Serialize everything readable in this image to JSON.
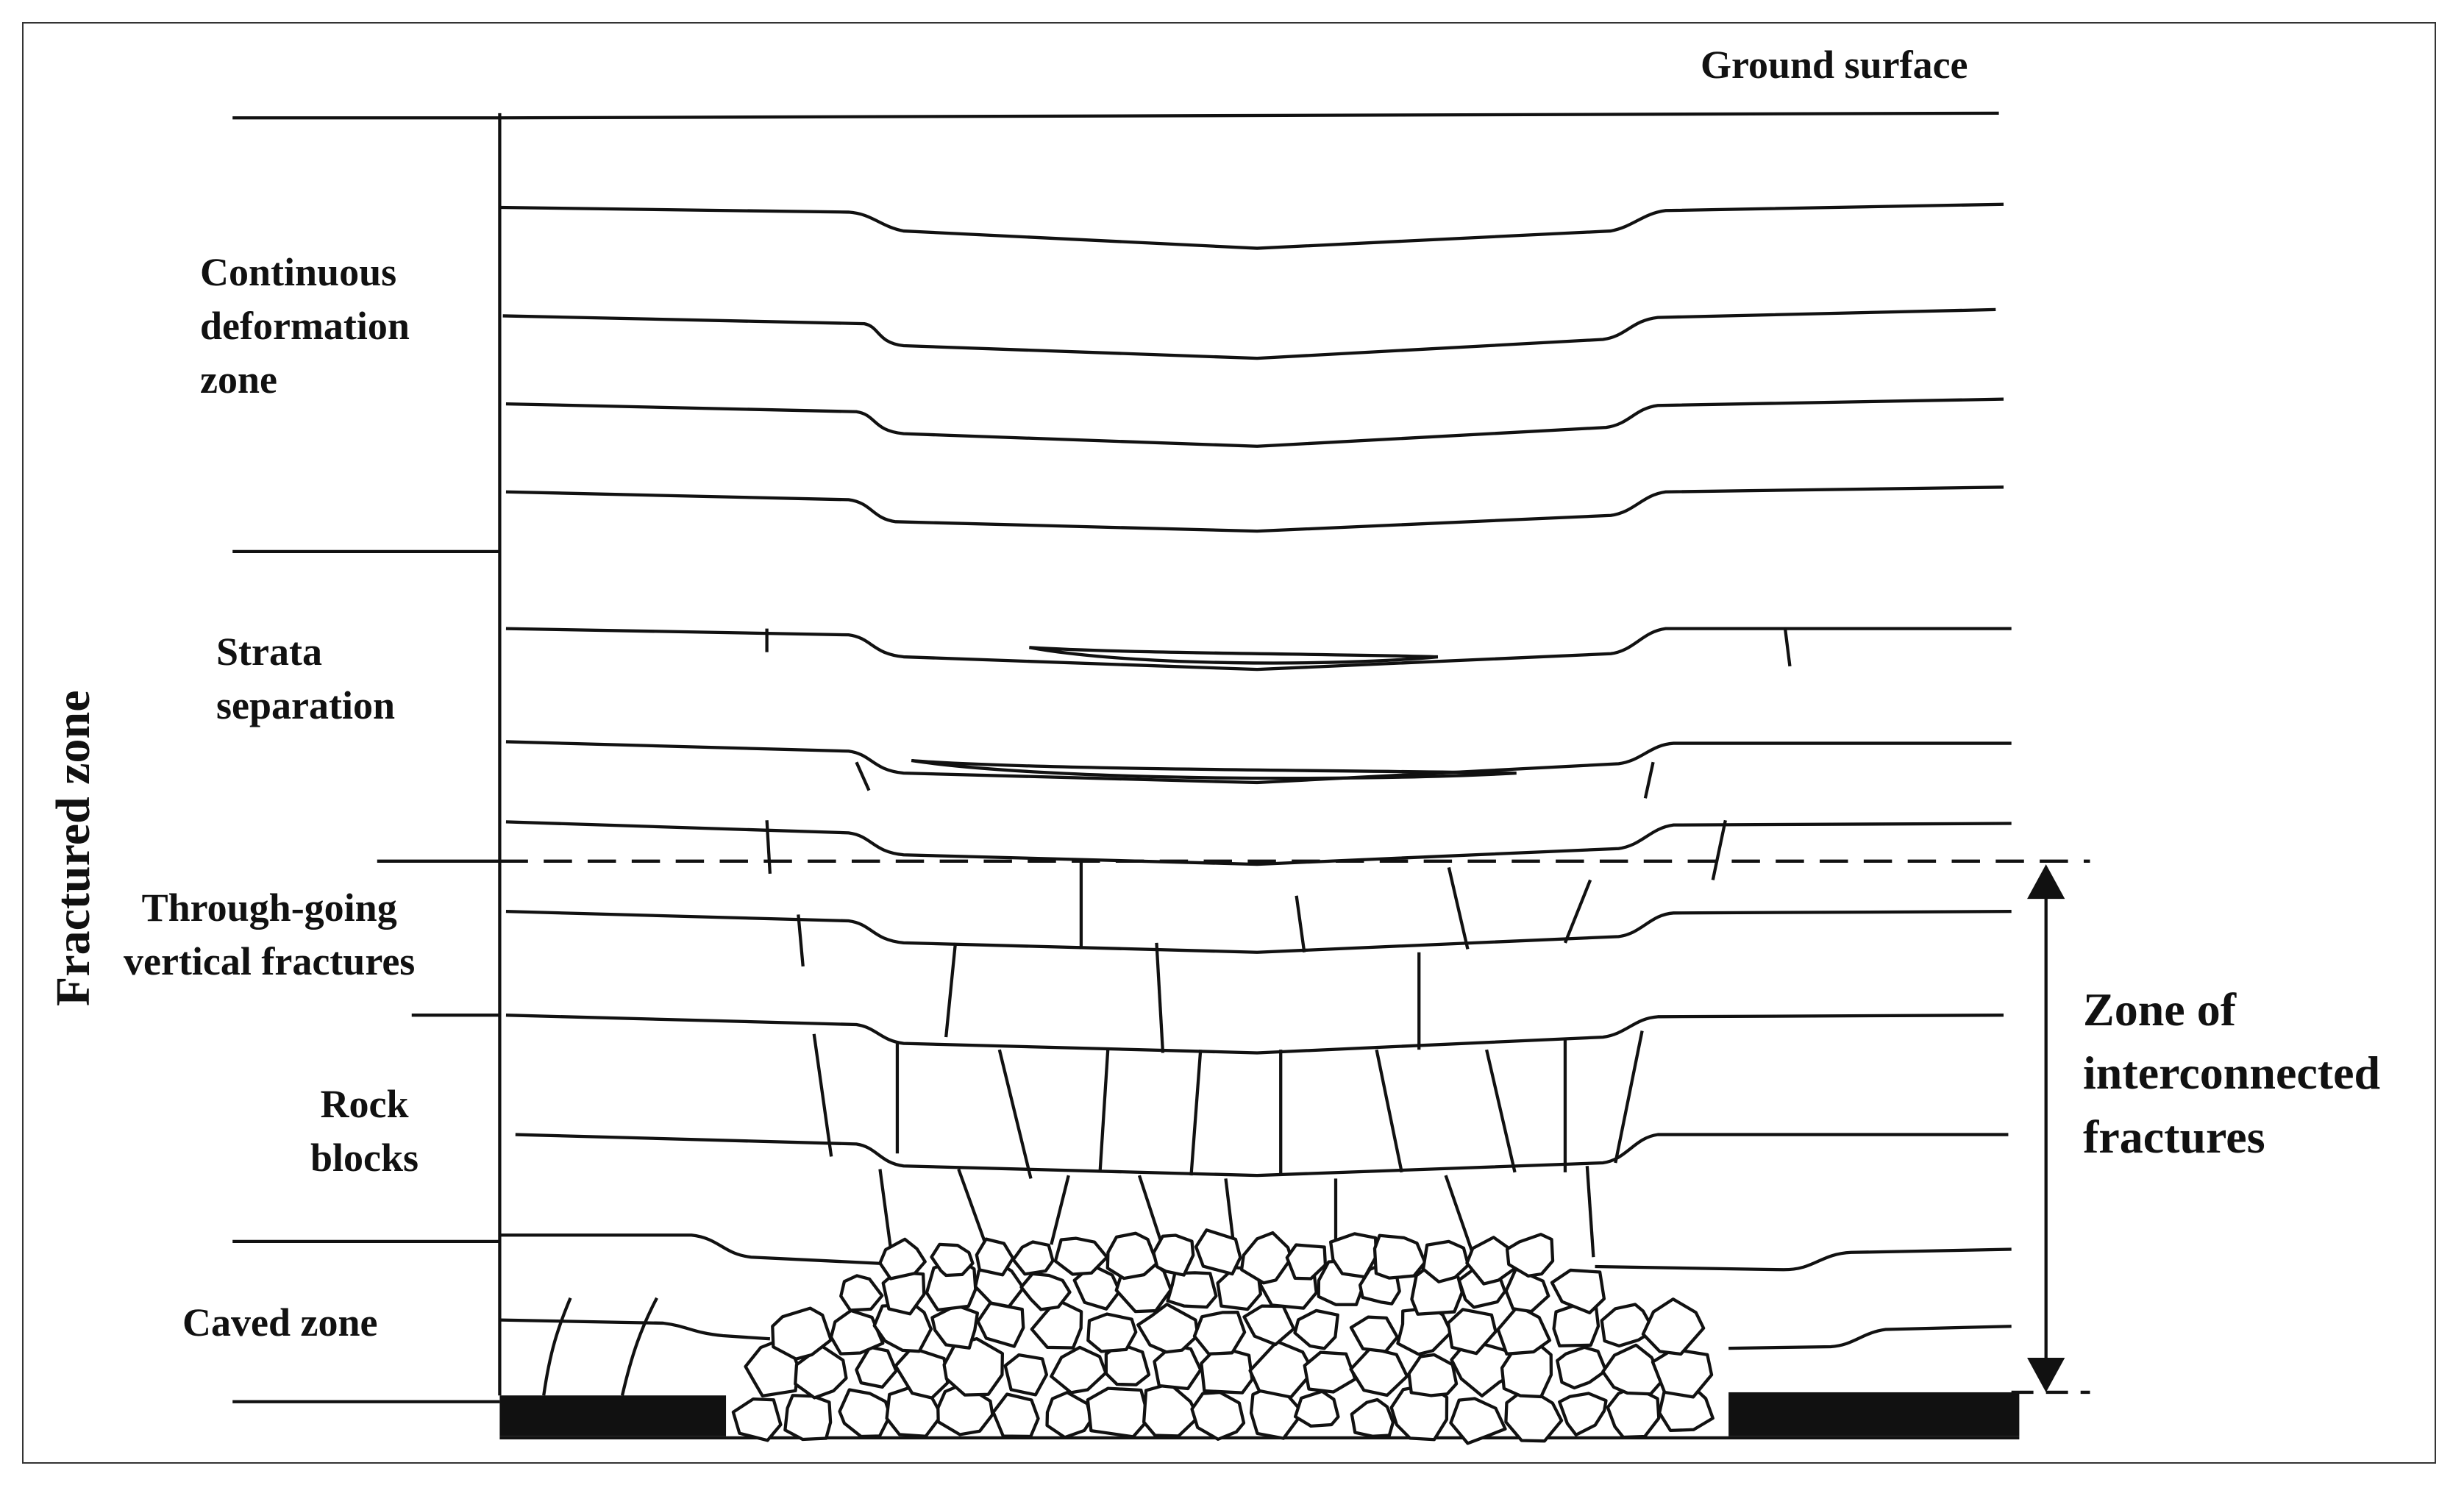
{
  "labels": {
    "ground_surface": "Ground surface",
    "continuous": [
      "Continuous",
      "deformation",
      "zone"
    ],
    "strata": [
      "Strata",
      "separation"
    ],
    "through_going": [
      "Through-going",
      "vertical fractures"
    ],
    "rock_blocks": [
      "Rock",
      "blocks"
    ],
    "caved_zone": "Caved zone",
    "fractured_zone": "Fractured zone",
    "interconnected": [
      "Zone of",
      "interconnected",
      "fractures"
    ]
  }
}
